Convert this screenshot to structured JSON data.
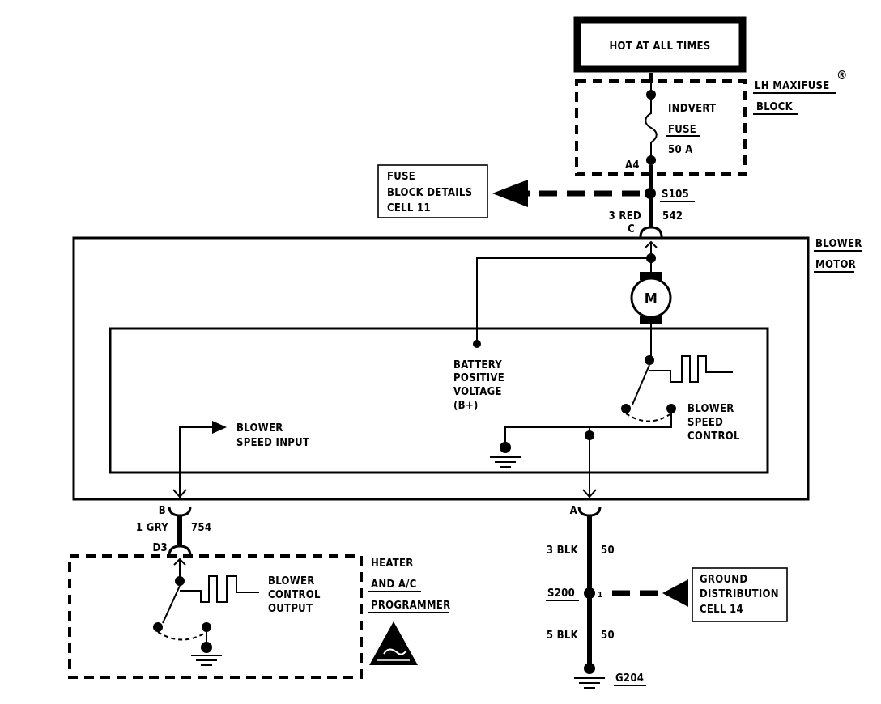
{
  "power_source": {
    "label": "HOT AT ALL TIMES"
  },
  "maxifuse_block": {
    "title_line1": "LH MAXIFUSE",
    "registered_mark": "®",
    "title_line2": "BLOCK",
    "fuse_line1": "INDVERT",
    "fuse_line2": "FUSE",
    "fuse_line3": "50 A",
    "pin": "A4"
  },
  "fuse_block_details": {
    "line1": "FUSE",
    "line2": "BLOCK DETAILS",
    "line3": "CELL 11"
  },
  "splice_s105": "S105",
  "wire_top": {
    "color": "3 RED",
    "circuit": "542",
    "connector": "C"
  },
  "blower_motor": {
    "line1": "BLOWER",
    "line2": "MOTOR",
    "motor_symbol": "M"
  },
  "battery": {
    "line1": "BATTERY",
    "line2": "POSITIVE",
    "line3": "VOLTAGE",
    "line4": "(B+)"
  },
  "blower_speed_control": {
    "line1": "BLOWER",
    "line2": "SPEED",
    "line3": "CONTROL"
  },
  "blower_speed_input": {
    "line1": "BLOWER",
    "line2": "SPEED INPUT"
  },
  "wire_gry": {
    "connector_top": "B",
    "color": "1 GRY",
    "circuit": "754",
    "connector_bottom": "D3"
  },
  "connector_a": "A",
  "heater_programmer": {
    "line1": "HEATER",
    "line2": "AND A/C",
    "line3": "PROGRAMMER"
  },
  "blower_control_output": {
    "line1": "BLOWER",
    "line2": "CONTROL",
    "line3": "OUTPUT"
  },
  "wire_blk_upper": {
    "color": "3 BLK",
    "circuit": "50"
  },
  "splice_s200": {
    "label": "S200",
    "pin": "1"
  },
  "wire_blk_lower": {
    "color": "5 BLK",
    "circuit": "50"
  },
  "ground_distribution": {
    "line1": "GROUND",
    "line2": "DISTRIBUTION",
    "line3": "CELL 14"
  },
  "ground_g204": "G204"
}
